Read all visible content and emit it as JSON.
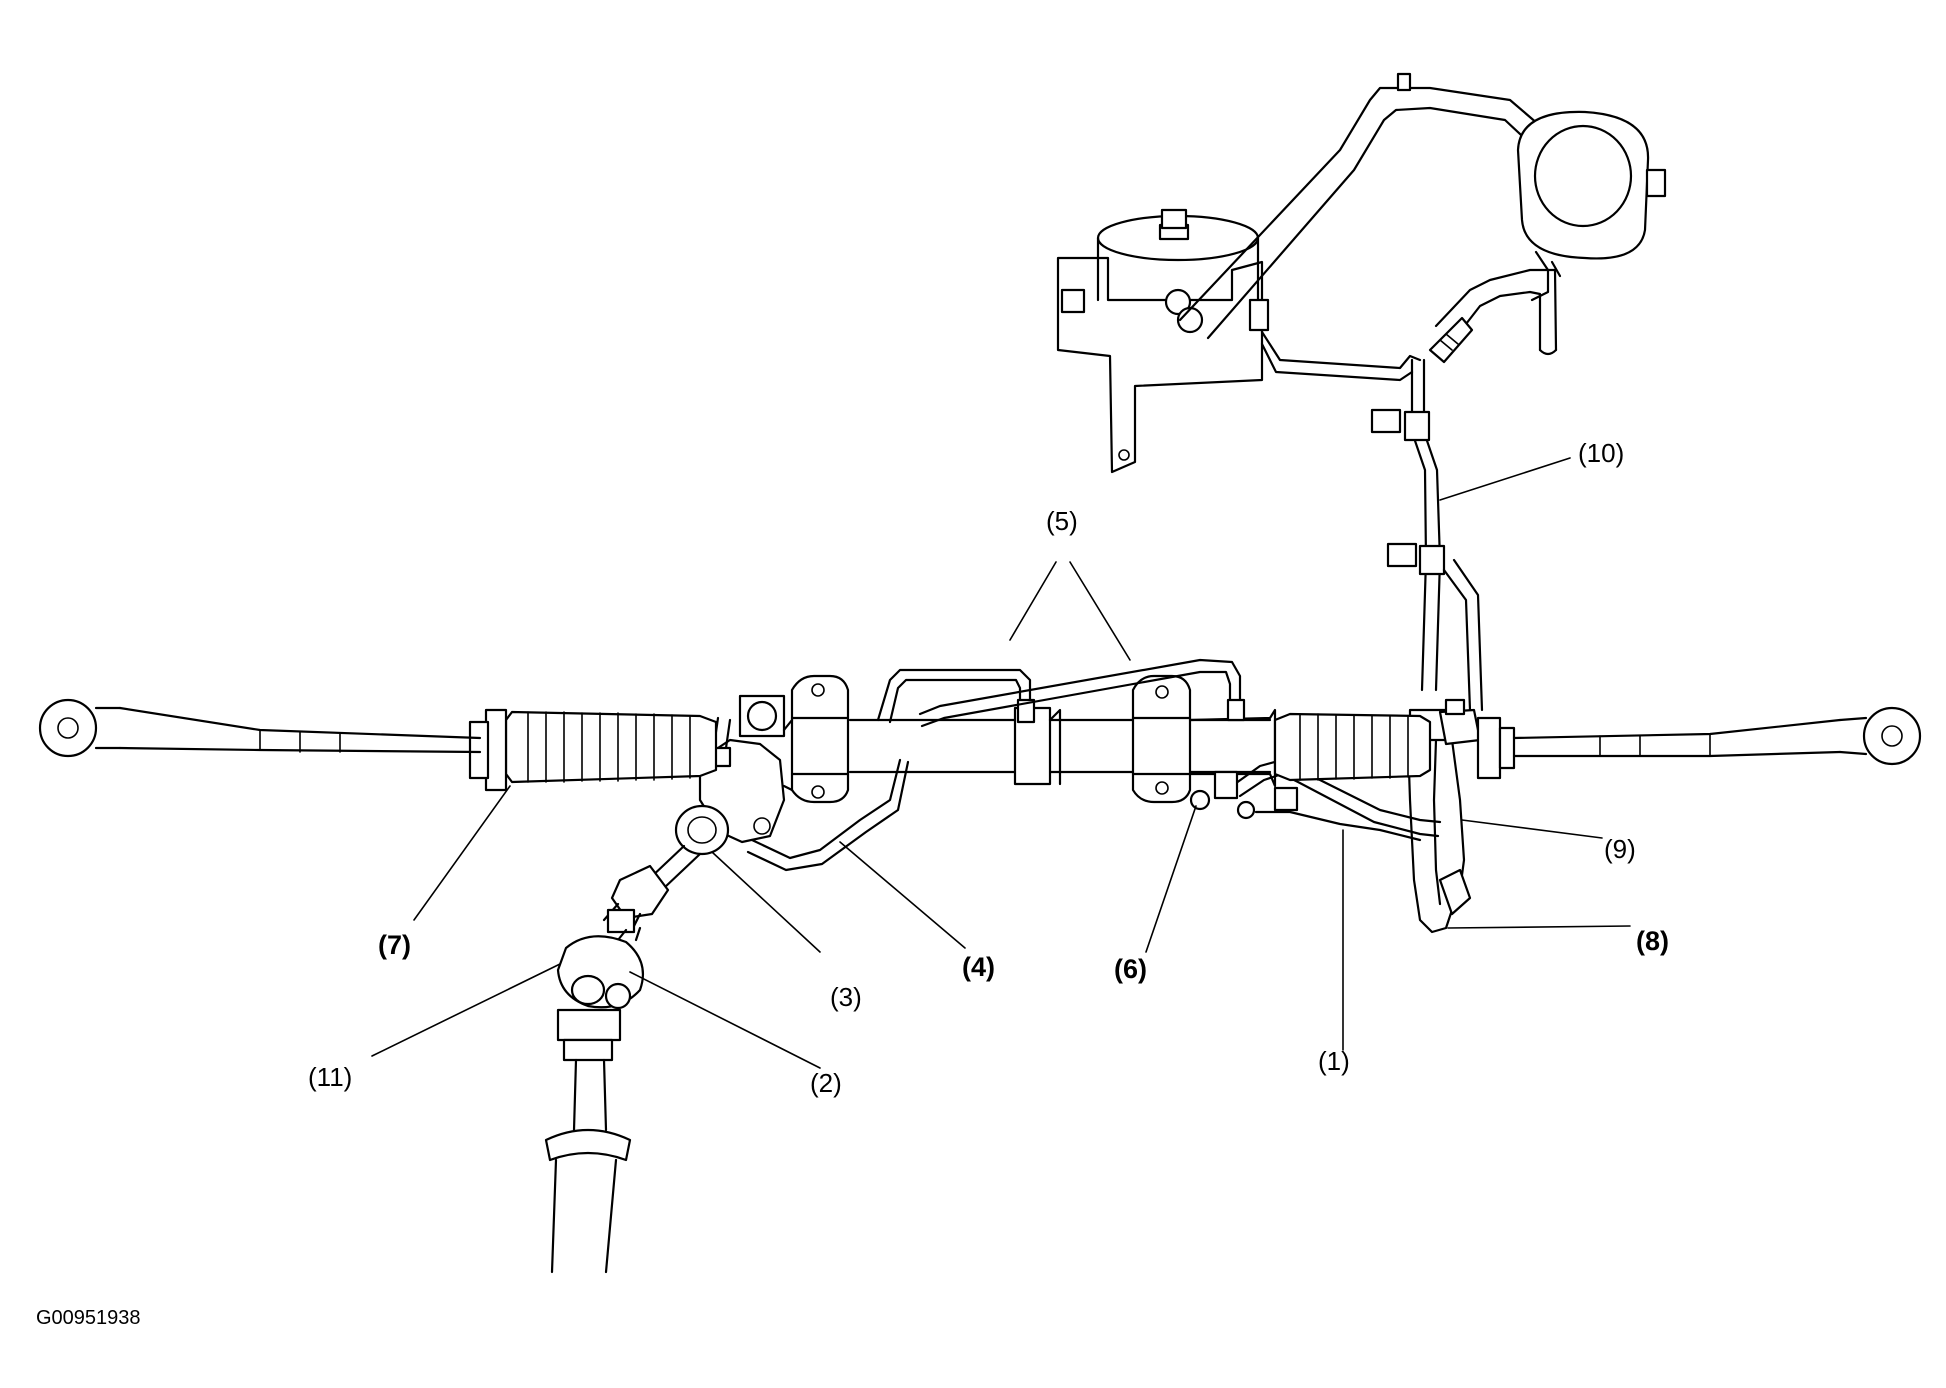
{
  "figure_code": "G00951938",
  "callouts": {
    "c1": "(1)",
    "c2": "(2)",
    "c3": "(3)",
    "c4": "(4)",
    "c5": "(5)",
    "c6": "(6)",
    "c7": "(7)",
    "c8": "(8)",
    "c9": "(9)",
    "c10": "(10)",
    "c11": "(11)"
  }
}
